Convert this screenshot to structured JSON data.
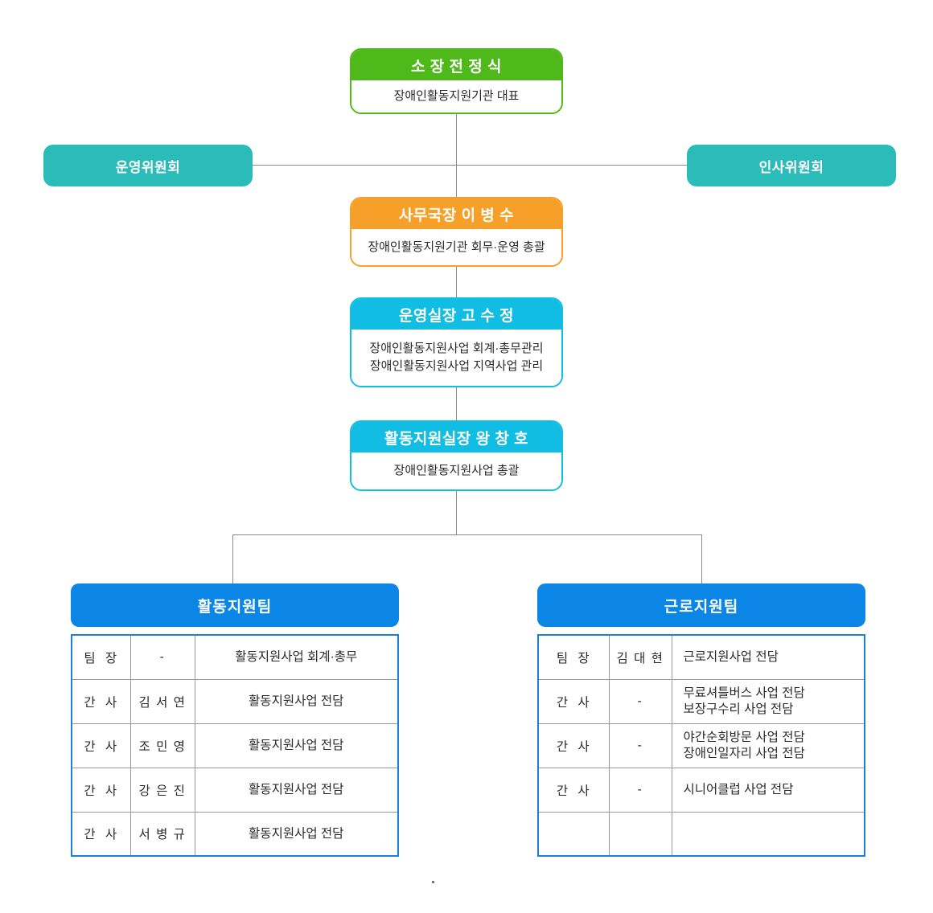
{
  "org_chart": {
    "nodes": {
      "director": {
        "title": "소 장   전 정 식",
        "duty": "장애인활동지원기관  대표",
        "color": "#4FB81B"
      },
      "secretary_general": {
        "title": "사무국장    이 병 수",
        "duty": "장애인활동지원기관  회무·운영 총괄",
        "color": "#F6A02A"
      },
      "operations_office": {
        "title": "운영실장    고 수 정",
        "duty_line1": "장애인활동지원사업 회계·총무관리",
        "duty_line2": "장애인활동지원사업 지역사업 관리",
        "color": "#11BDE2"
      },
      "activity_support_office": {
        "title": "활동지원실장    왕 창 호",
        "duty": "장애인활동지원사업 총괄",
        "color": "#11BDE2"
      }
    },
    "committees": {
      "left": {
        "label": "운영위원회",
        "color": "#2BBCBA"
      },
      "right": {
        "label": "인사위원회",
        "color": "#2BBCBA"
      }
    },
    "teams": [
      {
        "key": "activity-support-team",
        "header": "활동지원팀",
        "header_color": "#0C86E6",
        "rows": [
          {
            "role": "팀 장",
            "role_highlight": true,
            "name": "-",
            "duty_line1": "활동지원사업 회계·총무",
            "duty_line2": ""
          },
          {
            "role": "간 사",
            "role_highlight": false,
            "name": "김 서 연",
            "duty_line1": "활동지원사업 전담",
            "duty_line2": ""
          },
          {
            "role": "간 사",
            "role_highlight": false,
            "name": "조 민 영",
            "duty_line1": "활동지원사업 전담",
            "duty_line2": ""
          },
          {
            "role": "간 사",
            "role_highlight": false,
            "name": "강 은 진",
            "duty_line1": "활동지원사업 전담",
            "duty_line2": ""
          },
          {
            "role": "간 사",
            "role_highlight": false,
            "name": "서 병 규",
            "duty_line1": "활동지원사업 전담",
            "duty_line2": ""
          }
        ]
      },
      {
        "key": "work-support-team",
        "header": "근로지원팀",
        "header_color": "#0C86E6",
        "rows": [
          {
            "role": "팀 장",
            "role_highlight": true,
            "name": "김 대 현",
            "duty_line1": "근로지원사업 전담",
            "duty_line2": ""
          },
          {
            "role": "간 사",
            "role_highlight": false,
            "name": "-",
            "duty_line1": "무료셔틀버스 사업 전담",
            "duty_line2": "보장구수리 사업 전담"
          },
          {
            "role": "간 사",
            "role_highlight": false,
            "name": "-",
            "duty_line1": "야간순회방문 사업 전담",
            "duty_line2": "장애인일자리 사업 전담"
          },
          {
            "role": "간 사",
            "role_highlight": false,
            "name": "-",
            "duty_line1": "시니어클럽 사업 전담",
            "duty_line2": ""
          },
          {
            "role": "",
            "role_highlight": false,
            "name": "",
            "duty_line1": "",
            "duty_line2": ""
          }
        ]
      }
    ],
    "colors": {
      "connector": "#8a8a8a",
      "team_table_border": "#1A7FE0",
      "team_leader_text": "#7B5FD4",
      "body_text": "#2a2a2a"
    }
  }
}
